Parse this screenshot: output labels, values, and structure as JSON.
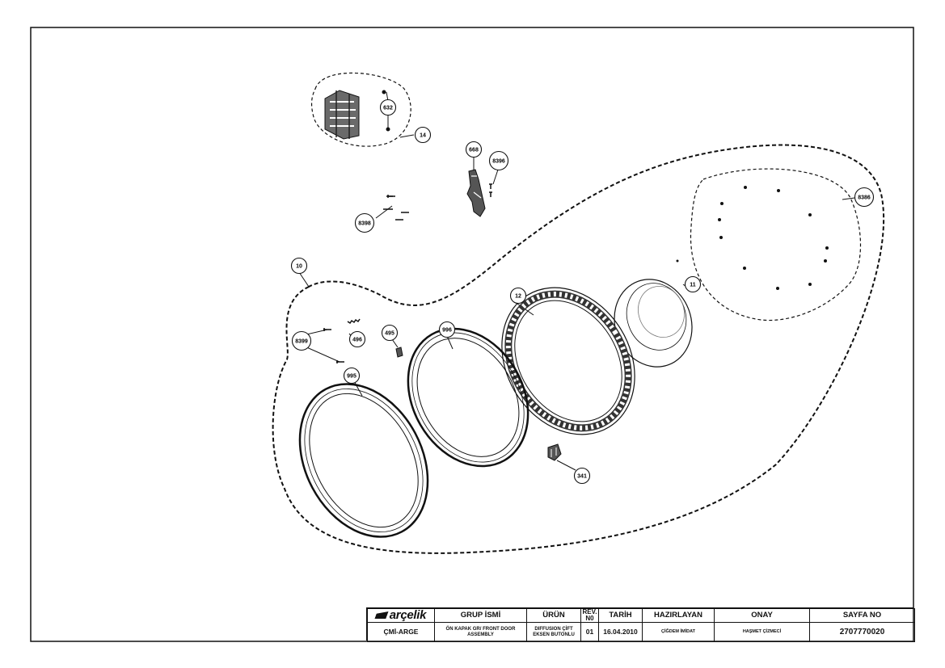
{
  "callouts": [
    "632",
    "14",
    "668",
    "8396",
    "8398",
    "8386",
    "10",
    "12",
    "11",
    "8399",
    "496",
    "495",
    "996",
    "995",
    "341"
  ],
  "title_block": {
    "logo": "arçelik",
    "department": "ÇMİ-ARGE",
    "headers": {
      "group_name": "GRUP İSMİ",
      "product": "ÜRÜN",
      "rev_no": "REV. N0",
      "date": "TARİH",
      "prepared_by": "HAZIRLAYAN",
      "approval": "ONAY",
      "page_no": "SAYFA NO"
    },
    "values": {
      "group_name": "ÖN KAPAK GR/ FRONT DOOR ASSEMBLY",
      "product": "DIFFUSION ÇİFT EKSEN BUTONLU",
      "rev_no": "01",
      "date": "16.04.2010",
      "prepared_by": "ÇİĞDEM İMİDAT",
      "approval": "HAŞMET ÇİZMECİ",
      "page_no": "2707770020"
    }
  }
}
